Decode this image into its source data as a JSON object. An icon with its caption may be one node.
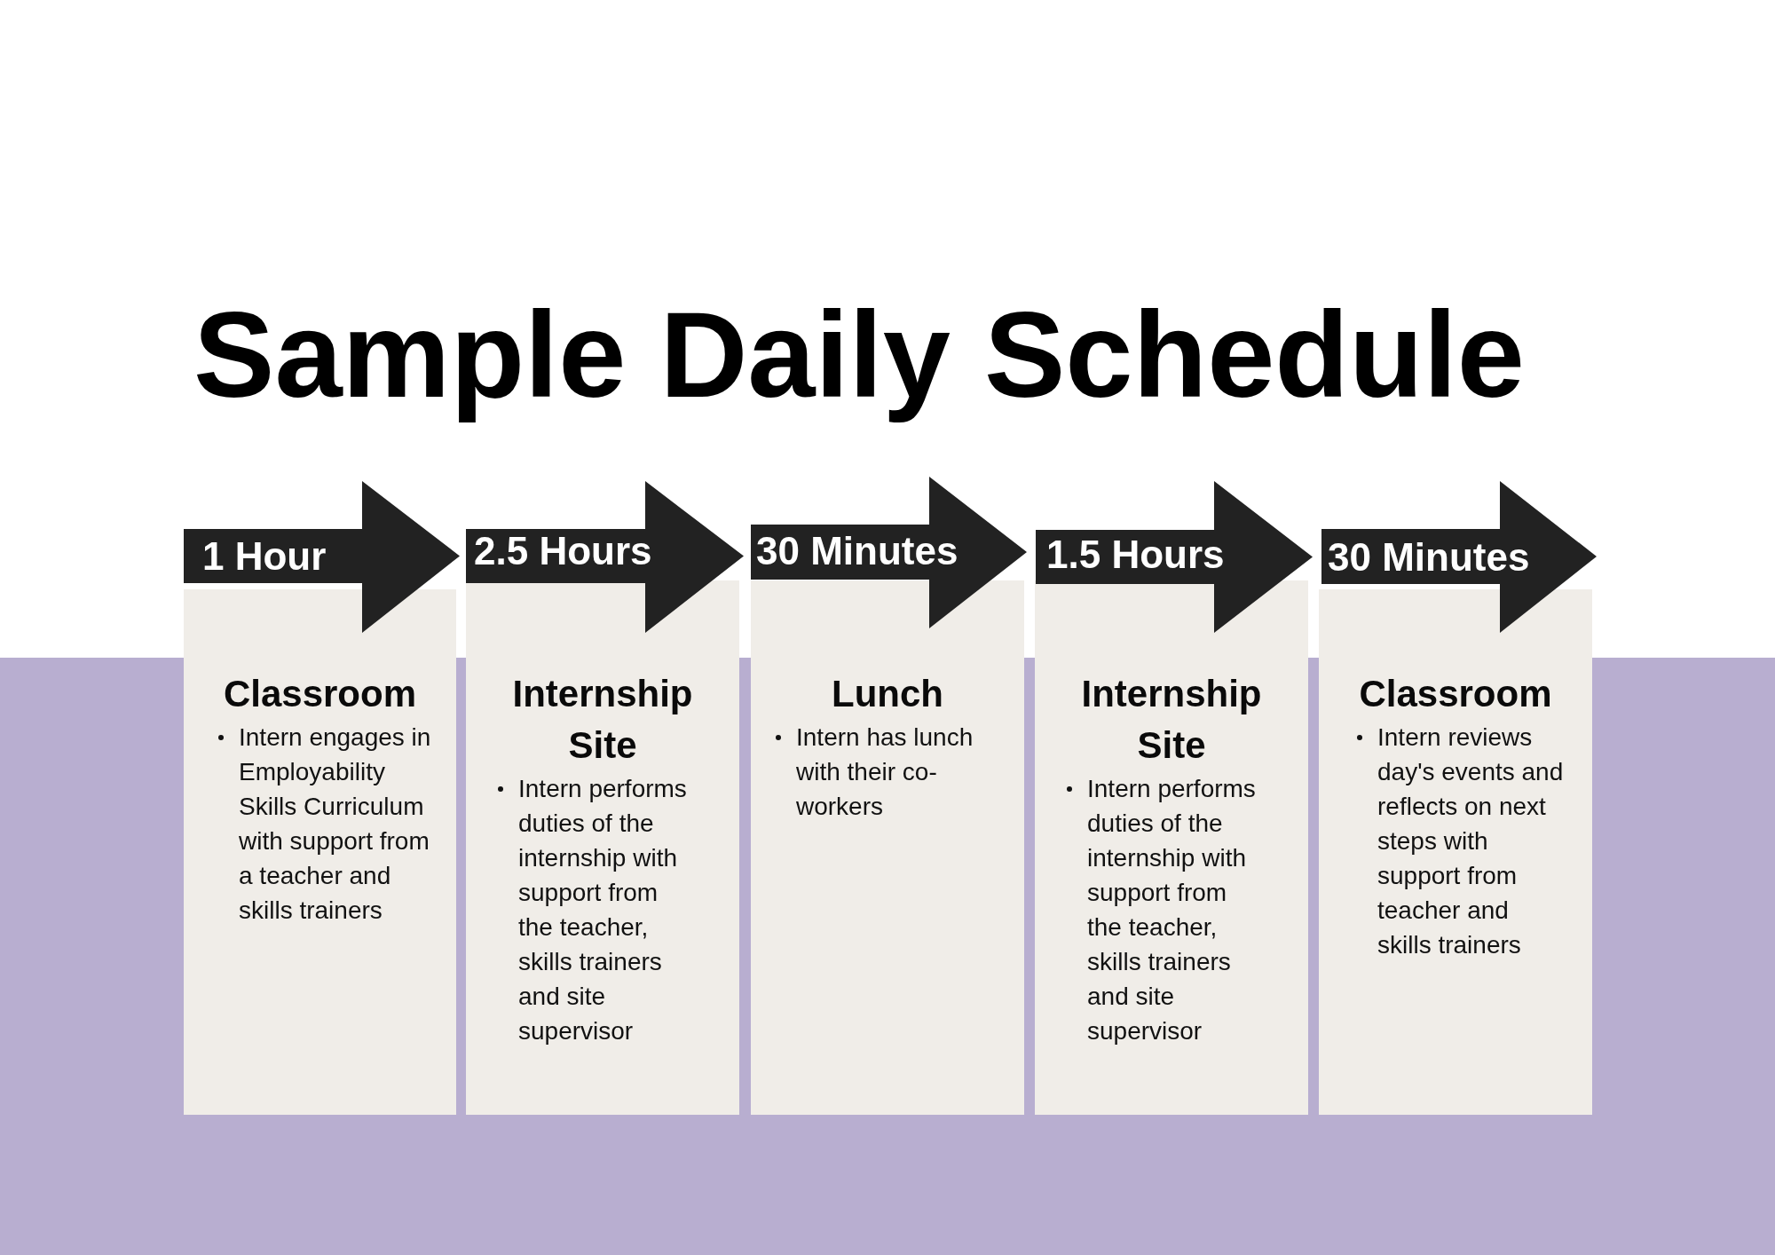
{
  "diagram": {
    "title": "Sample Daily Schedule",
    "nodes": [
      {
        "text": [
          "1 Hour"
        ]
      },
      {
        "text": [
          "Classroom",
          "Intern engages in Employability Skills Curriculum with support from a teacher and skills trainers"
        ]
      },
      {
        "text": [
          "2.5 Hours"
        ]
      },
      {
        "text": [
          "Internship Site",
          "Intern performs duties of the internship with support from the teacher, skills trainers and site supervisor"
        ]
      },
      {
        "text": [
          "30 Minutes"
        ]
      },
      {
        "text": [
          "Lunch",
          "Intern has lunch with their co-workers"
        ]
      },
      {
        "text": [
          "1.5 Hours"
        ]
      },
      {
        "text": [
          "Internship Site",
          "Intern performs duties of the internship with support from the teacher, skills trainers and site supervisor"
        ]
      },
      {
        "text": [
          "30 Minutes"
        ]
      },
      {
        "text": [
          "Classroom",
          "Intern reviews day's events and reflects on next steps with support from teacher and skills trainers"
        ]
      }
    ]
  }
}
